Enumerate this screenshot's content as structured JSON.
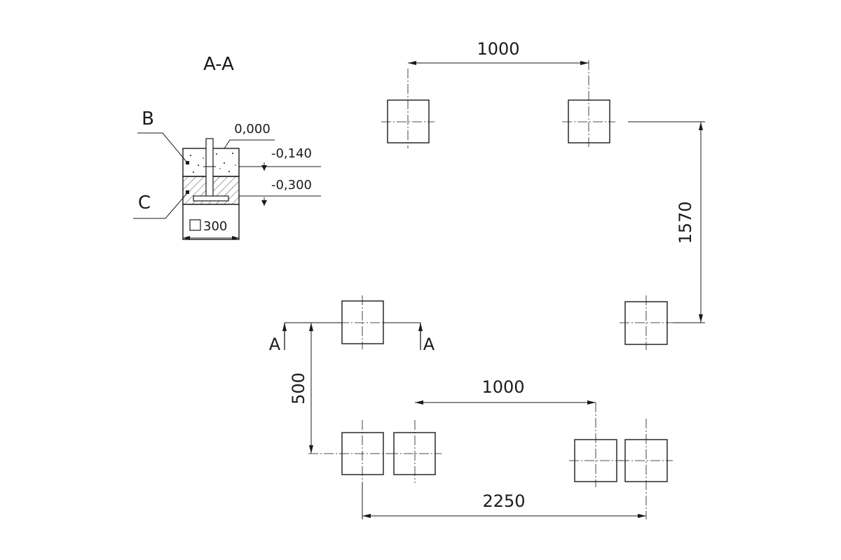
{
  "section": {
    "title": "A-A",
    "label_b": "B",
    "label_c": "C",
    "level_top": "0,000",
    "level_mid": "-0,140",
    "level_bottom": "-0,300",
    "size_label": "300"
  },
  "plan": {
    "dim_top": "1000",
    "dim_right": "1570",
    "dim_left": "500",
    "dim_bottom_inner": "1000",
    "dim_bottom_total": "2250",
    "cut_left": "A",
    "cut_right": "A"
  }
}
